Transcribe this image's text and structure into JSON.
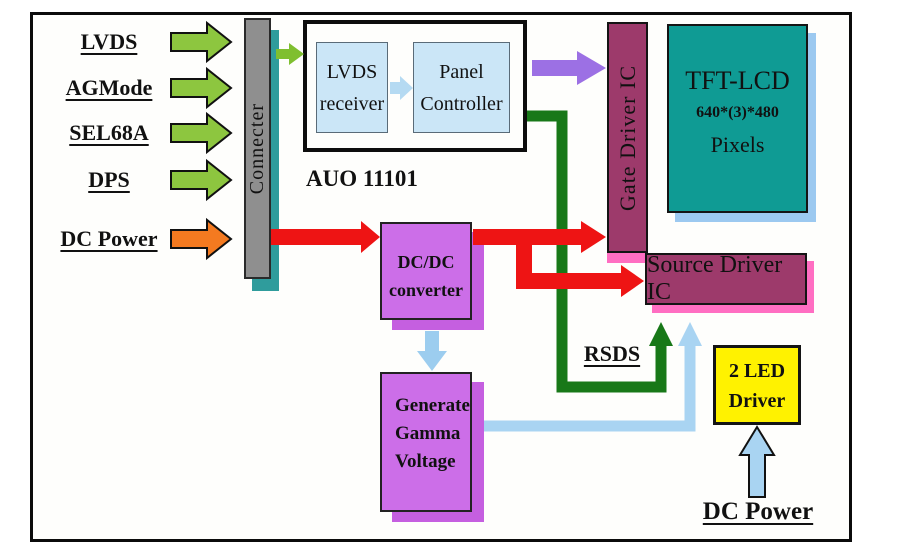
{
  "inputs": [
    {
      "label": "LVDS"
    },
    {
      "label": "AGMode"
    },
    {
      "label": "SEL68A"
    },
    {
      "label": "DPS"
    },
    {
      "label": "DC Power"
    }
  ],
  "connector": {
    "label": "Connecter"
  },
  "auo": {
    "caption": "AUO 11101",
    "receiver": {
      "line1": "LVDS",
      "line2": "receiver"
    },
    "controller": {
      "line1": "Panel",
      "line2": "Controller"
    }
  },
  "gate_driver": {
    "label": "Gate Driver IC"
  },
  "tft": {
    "line1": "TFT-LCD",
    "line2": "640*(3)*480",
    "line3": "Pixels"
  },
  "source_driver": {
    "label": "Source Driver IC"
  },
  "dcdc": {
    "line1": "DC/DC",
    "line2": "converter"
  },
  "gamma": {
    "line1": "Generate",
    "line2": "Gamma",
    "line3": "Voltage"
  },
  "led": {
    "line1": "2 LED",
    "line2": "Driver"
  },
  "labels": {
    "rsds": "RSDS",
    "dc_power_bottom": "DC Power"
  },
  "colors": {
    "signal_green": "#8DC63F",
    "power_orange": "#F47A20",
    "data_purple": "#9C70E4",
    "power_red": "#EE1414",
    "rsds_green": "#187818",
    "gamma_blue": "#A9D4F2",
    "driver_maroon": "#9D3A6B",
    "driver_shadow_pink": "#FF6EC2",
    "tft_teal": "#0F9B94",
    "tft_shadow_blue": "#9CC9F0",
    "converter_magenta": "#CC6EE8",
    "converter_shadow": "#C55FE0",
    "connector_gray": "#8F8F8F",
    "connector_shadow_teal": "#2F9C9C",
    "led_yellow": "#FFF200",
    "chip_blue": "#CBE6F7"
  }
}
